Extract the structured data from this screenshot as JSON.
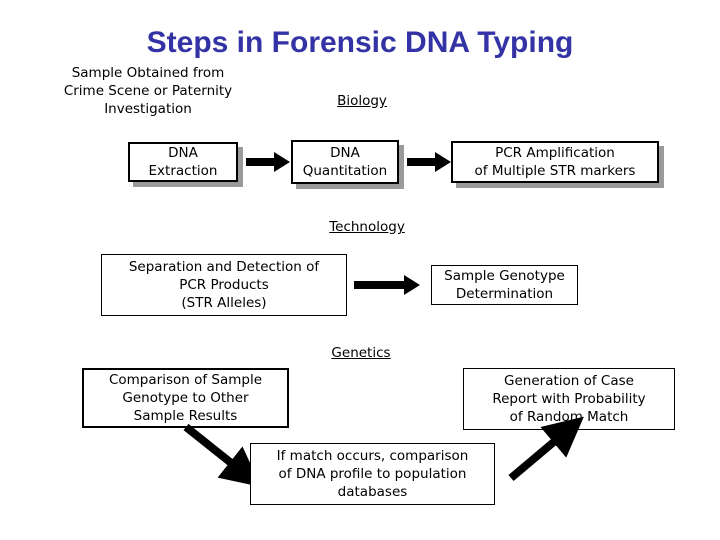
{
  "slide": {
    "title": "Steps in Forensic DNA Typing",
    "title_color": "#3333a5",
    "background_color": "#ffffff",
    "text_color": "#000000",
    "shadow_color": "#9a9a9a"
  },
  "captions": {
    "sample_source": "Sample Obtained from\nCrime Scene or Paternity\nInvestigation"
  },
  "section_labels": {
    "biology": "Biology",
    "technology": "Technology",
    "genetics": "Genetics"
  },
  "boxes": {
    "dna_extraction": "DNA\nExtraction",
    "dna_quantitation": "DNA\nQuantitation",
    "pcr_amplification": "PCR Amplification\nof Multiple STR markers",
    "separation_detection": "Separation and Detection of\nPCR Products\n(STR Alleles)",
    "sample_genotype": "Sample Genotype\nDetermination",
    "comparison_sample": "Comparison of Sample\nGenotype to Other\nSample Results",
    "case_report": "Generation of Case\nReport with Probability\nof Random Match",
    "population_db": "If match occurs, comparison\nof DNA profile to population\ndatabases"
  },
  "arrows": {
    "extraction_to_quantitation": "arrow-right",
    "quantitation_to_pcr": "arrow-right",
    "separation_to_genotype": "arrow-right",
    "comparison_to_population": "arrow-down-right",
    "population_to_report": "arrow-up-right"
  }
}
